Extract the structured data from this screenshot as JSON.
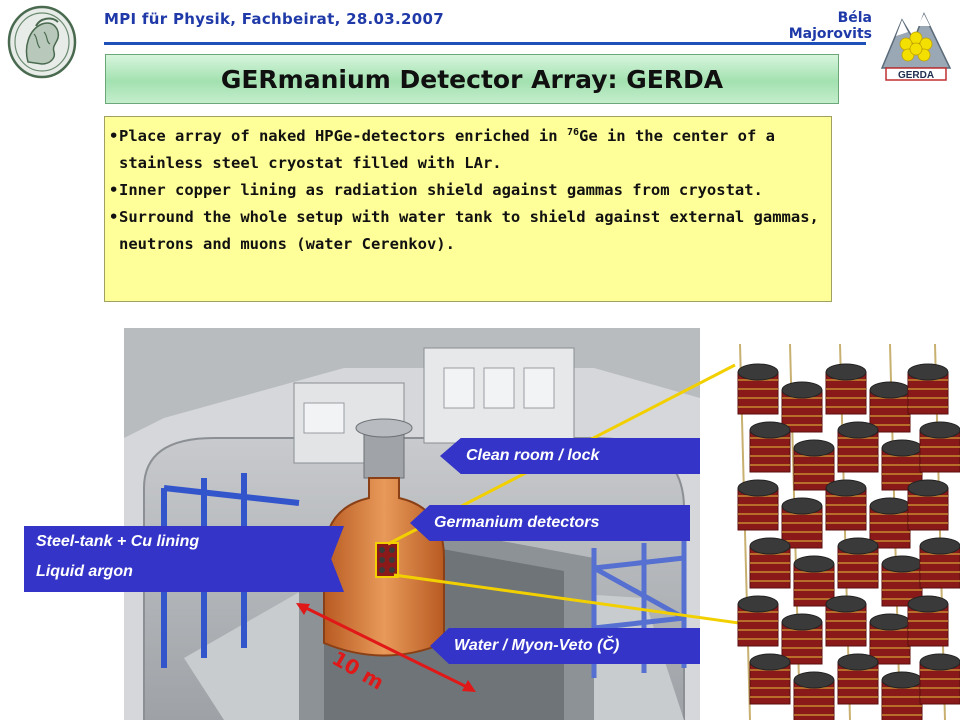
{
  "header": {
    "left_text": "MPI für Physik, Fachbeirat, 28.03.2007",
    "right_text": "Béla Majorovits"
  },
  "title": "GERmanium Detector Array: GERDA",
  "bullets": [
    {
      "before": "Place array of naked HPGe-detectors enriched in ",
      "sup": "76",
      "after": "Ge in the center of a stainless steel cryostat filled with LAr."
    },
    {
      "text": "Inner copper lining as radiation shield against gammas from cryostat."
    },
    {
      "text": "Surround the whole setup with water tank to shield against external gammas, neutrons and muons (water Cerenkov)."
    }
  ],
  "labels": {
    "clean_room": "Clean room / lock",
    "germanium": "Germanium detectors",
    "water": "Water / Myon-Veto (Č)",
    "steel": "Steel-tank + Cu lining",
    "argon": "Liquid argon"
  },
  "scale": "10 m",
  "logos": {
    "right_logo_text": "GERDA"
  },
  "colors": {
    "header_blue": "#1f3aa8",
    "label_blue": "#3434c8",
    "title_green": "#a3e1b0",
    "bullet_yellow": "#ffff99",
    "connector_yellow": "#f2d000",
    "scale_red": "#e01818",
    "cryostat_orange": "#d0703a",
    "detector_red": "#8a1a1a"
  }
}
